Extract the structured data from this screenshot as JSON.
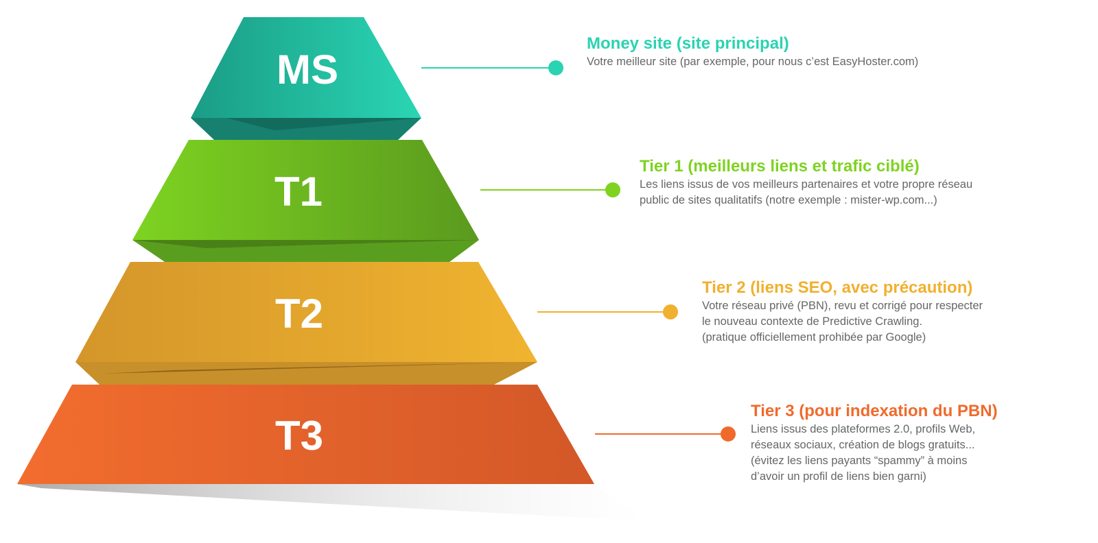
{
  "tiers": [
    {
      "label": "MS",
      "title": "Money site (site principal)",
      "description": "Votre meilleur site (par exemple, pour nous c’est EasyHoster.com)",
      "color": "#2ad3b2"
    },
    {
      "label": "T1",
      "title": "Tier 1 (meilleurs liens et trafic ciblé)",
      "description": "Les liens issus de vos meilleurs partenaires et votre propre réseau\npublic de sites qualitatifs (notre exemple : mister-wp.com...)",
      "color": "#7ed321"
    },
    {
      "label": "T2",
      "title": "Tier 2 (liens SEO, avec précaution)",
      "description": "Votre réseau privé (PBN), revu et corrigé pour respecter\nle nouveau contexte de Predictive Crawling.\n(pratique officiellement prohibée par Google)",
      "color": "#f0b030"
    },
    {
      "label": "T3",
      "title": "Tier 3 (pour indexation du PBN)",
      "description": "Liens issus des plateformes 2.0, profils Web,\nréseaux sociaux, création de blogs gratuits...\n(évitez les liens payants “spammy” à moins\nd’avoir un profil de liens bien garni)",
      "color": "#f06a2c"
    }
  ]
}
